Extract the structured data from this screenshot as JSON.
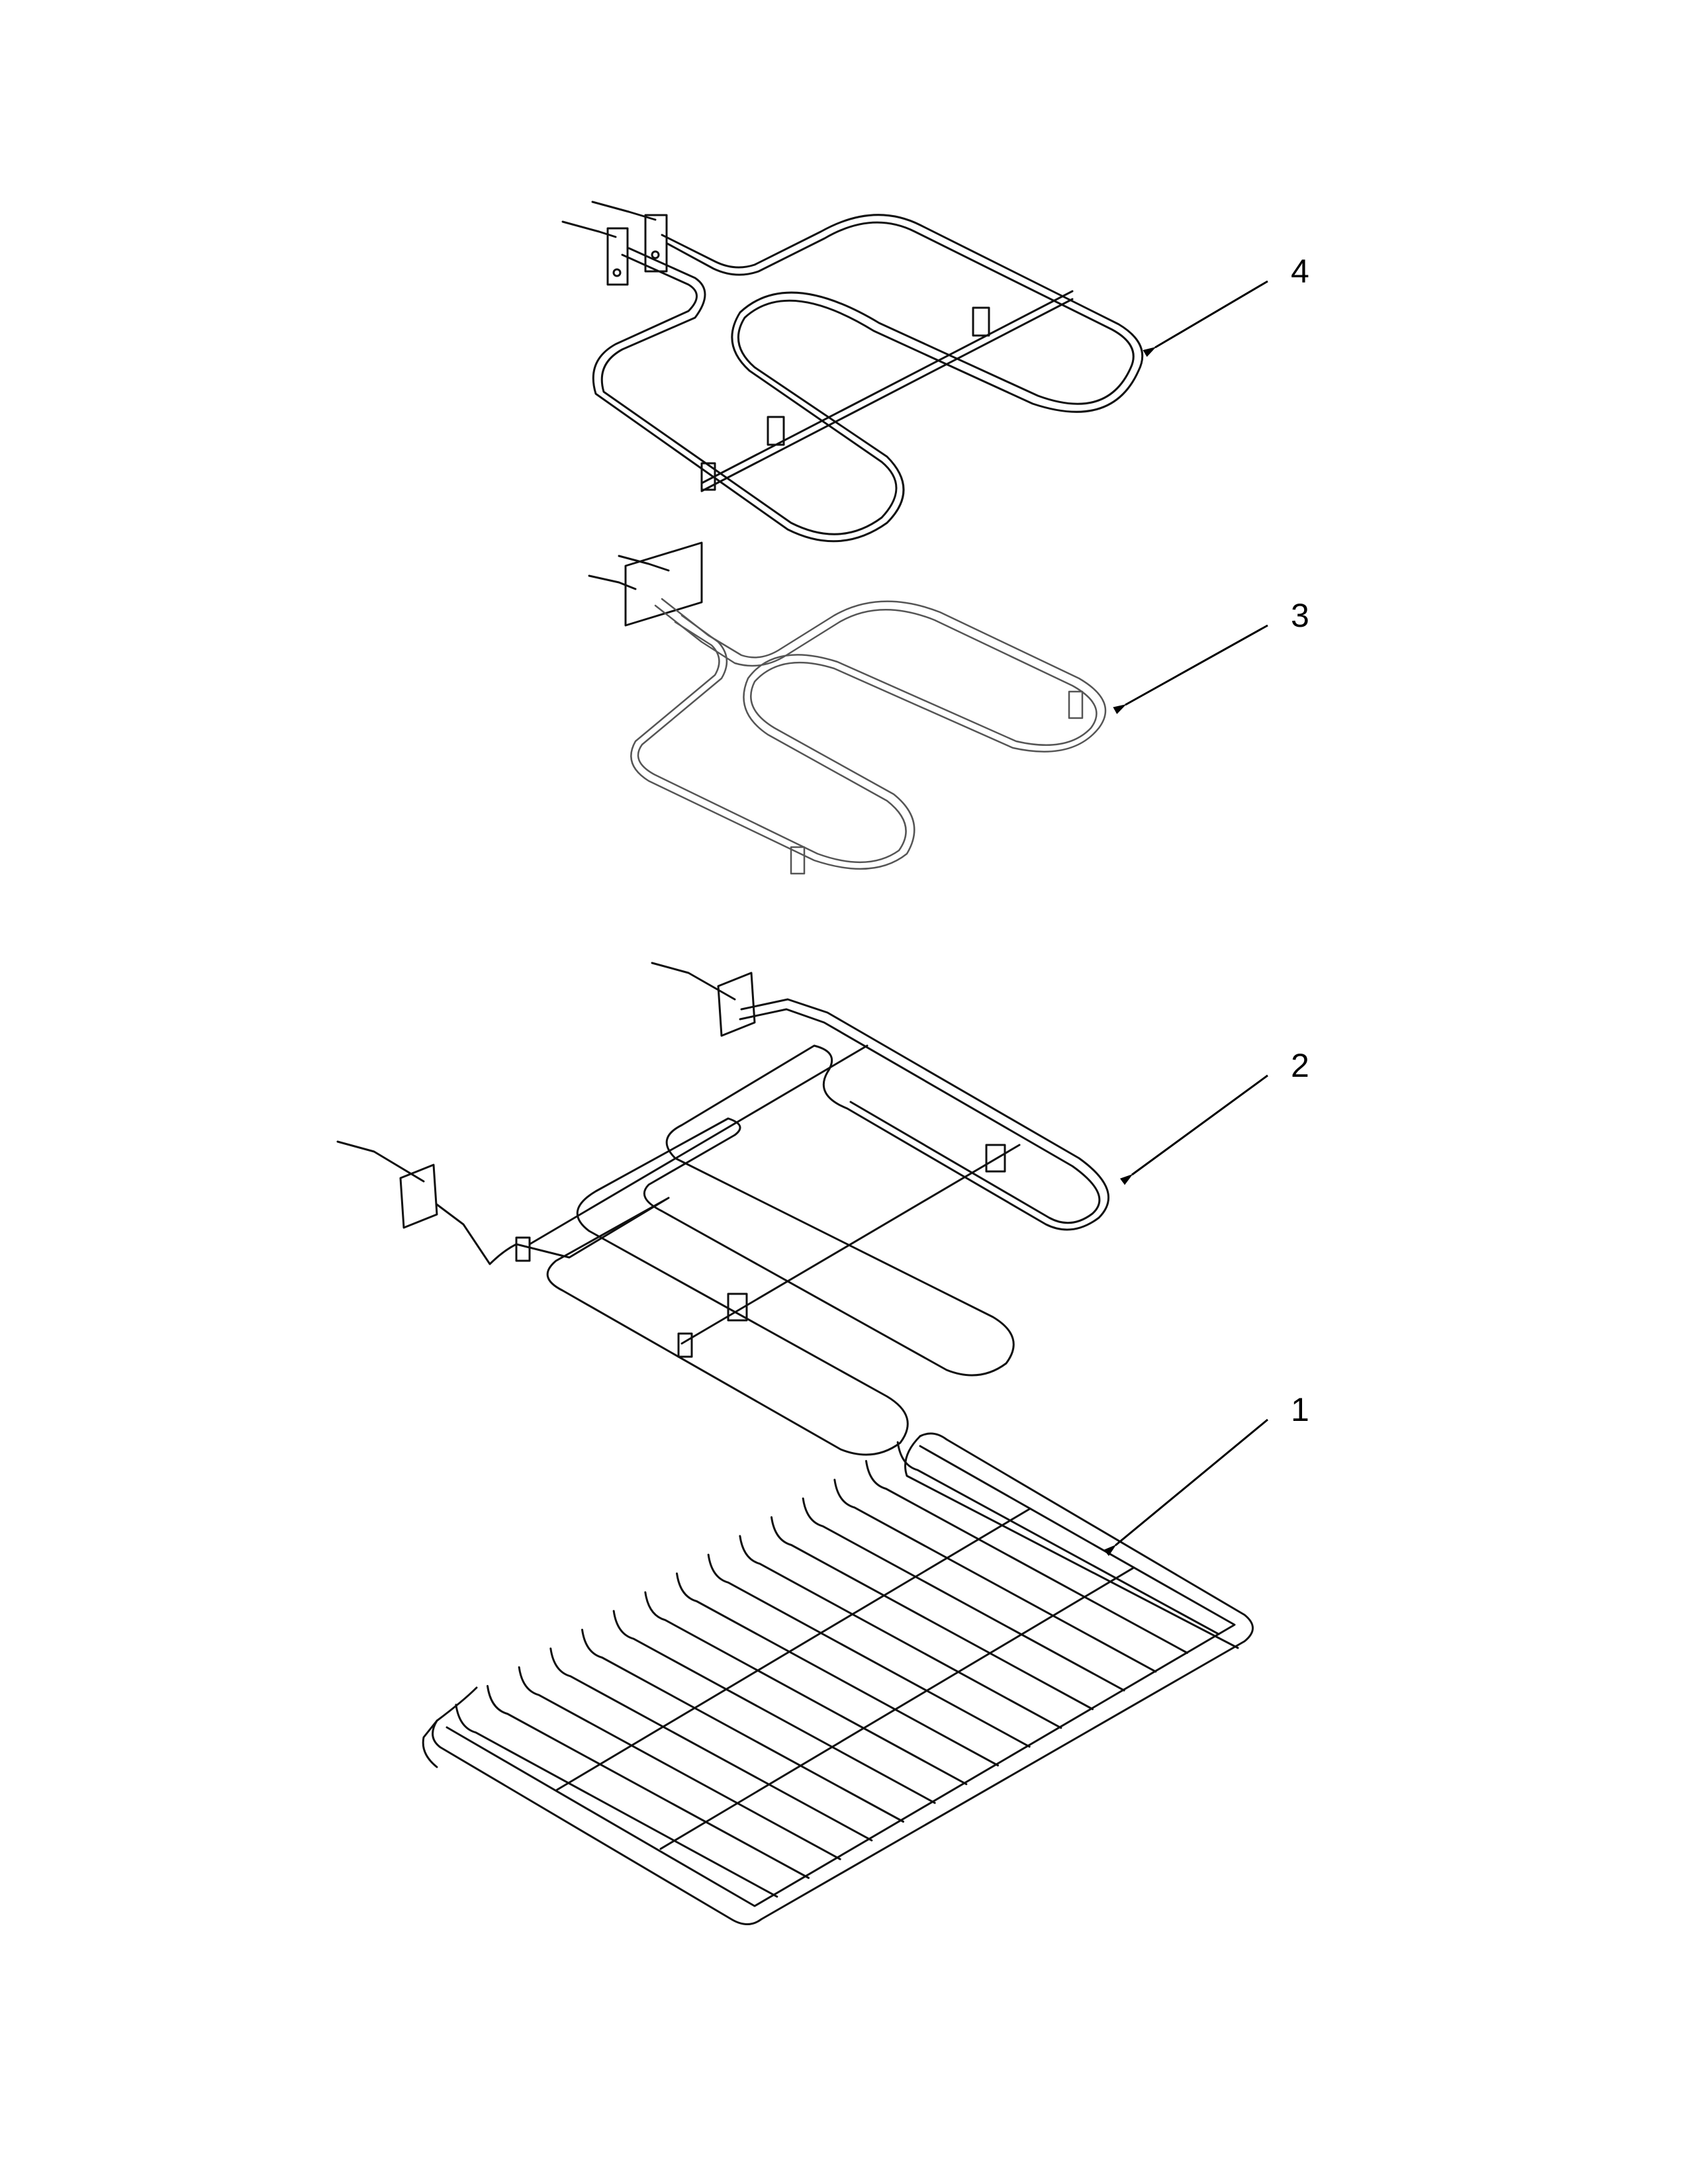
{
  "diagram": {
    "callouts": [
      {
        "label": "4",
        "part": "bake-broil-element-upper"
      },
      {
        "label": "3",
        "part": "broil-element"
      },
      {
        "label": "2",
        "part": "bake-element"
      },
      {
        "label": "1",
        "part": "oven-rack"
      }
    ],
    "colors": {
      "line": "#111111",
      "background": "#ffffff"
    }
  }
}
